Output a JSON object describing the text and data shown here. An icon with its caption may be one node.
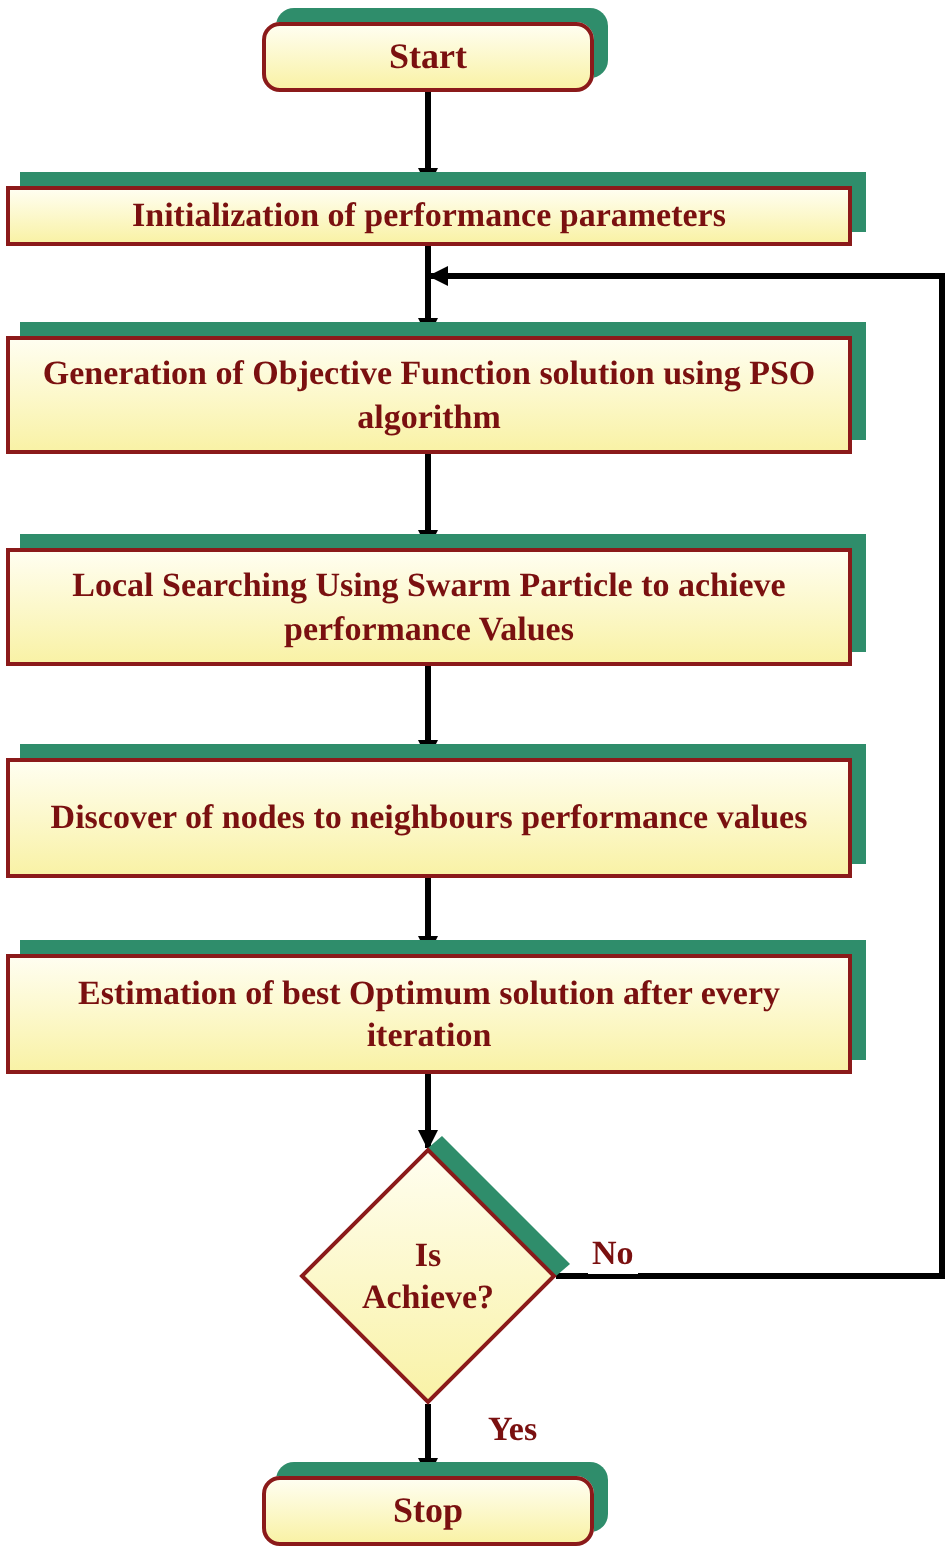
{
  "diagram": {
    "nodes": [
      {
        "text": [
          "Start"
        ]
      },
      {
        "text": [
          "Initialization of performance parameters"
        ]
      },
      {
        "text": [
          "Generation of Objective Function solution using PSO algorithm"
        ]
      },
      {
        "text": [
          "Local Searching Using Swarm Particle to achieve performance Values"
        ]
      },
      {
        "text": [
          "Discover of nodes to neighbours performance values"
        ]
      },
      {
        "text": [
          "Estimation of best Optimum solution after every iteration"
        ]
      },
      {
        "text": [
          "Is Achieve?"
        ]
      },
      {
        "text": [
          "Stop"
        ]
      }
    ],
    "edges": [
      {
        "from": 0,
        "to": 1,
        "arrow": "to"
      },
      {
        "from": 1,
        "to": 2,
        "arrow": "to"
      },
      {
        "from": 2,
        "to": 3,
        "arrow": "to"
      },
      {
        "from": 3,
        "to": 4,
        "arrow": "to"
      },
      {
        "from": 4,
        "to": 5,
        "arrow": "to"
      },
      {
        "from": 5,
        "to": 6,
        "arrow": "to"
      },
      {
        "from": 6,
        "to": 7,
        "label": "Yes",
        "arrow": "to"
      },
      {
        "from": 6,
        "to": 2,
        "label": "No",
        "arrow": "to"
      }
    ]
  }
}
